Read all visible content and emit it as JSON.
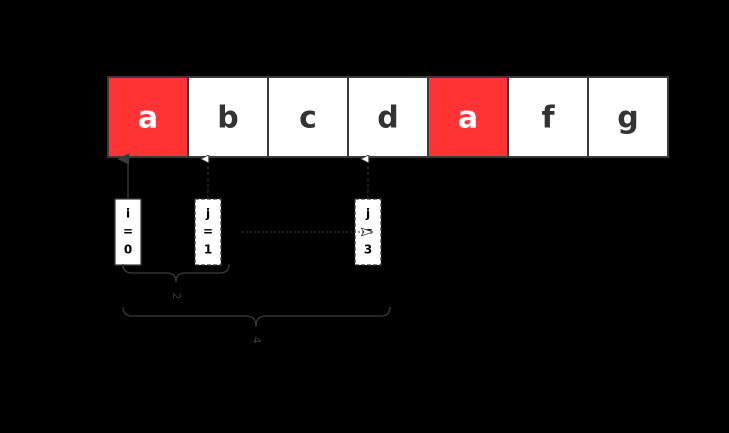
{
  "array": {
    "cells": [
      {
        "label": "a",
        "highlighted": true
      },
      {
        "label": "b",
        "highlighted": false
      },
      {
        "label": "c",
        "highlighted": false
      },
      {
        "label": "d",
        "highlighted": false
      },
      {
        "label": "a",
        "highlighted": true
      },
      {
        "label": "f",
        "highlighted": false
      },
      {
        "label": "g",
        "highlighted": false
      }
    ]
  },
  "pointers": [
    {
      "lines": [
        "i",
        "=",
        "0"
      ],
      "target_index": 0,
      "style": "solid"
    },
    {
      "lines": [
        "j",
        "=",
        "1"
      ],
      "target_index": 1,
      "style": "dashed"
    },
    {
      "lines": [
        "j",
        "=",
        "3"
      ],
      "target_index": 3,
      "style": "dashed"
    }
  ],
  "braces": [
    {
      "label": "2"
    },
    {
      "label": "4"
    }
  ],
  "colors": {
    "background": "#000000",
    "highlight_fill": "#ff3333",
    "cell_fill": "#ffffff",
    "cell_stroke": "#3a3a3a",
    "highlight_text": "#ffffff",
    "cell_text": "#333333",
    "connector": "#3a3a3a"
  }
}
